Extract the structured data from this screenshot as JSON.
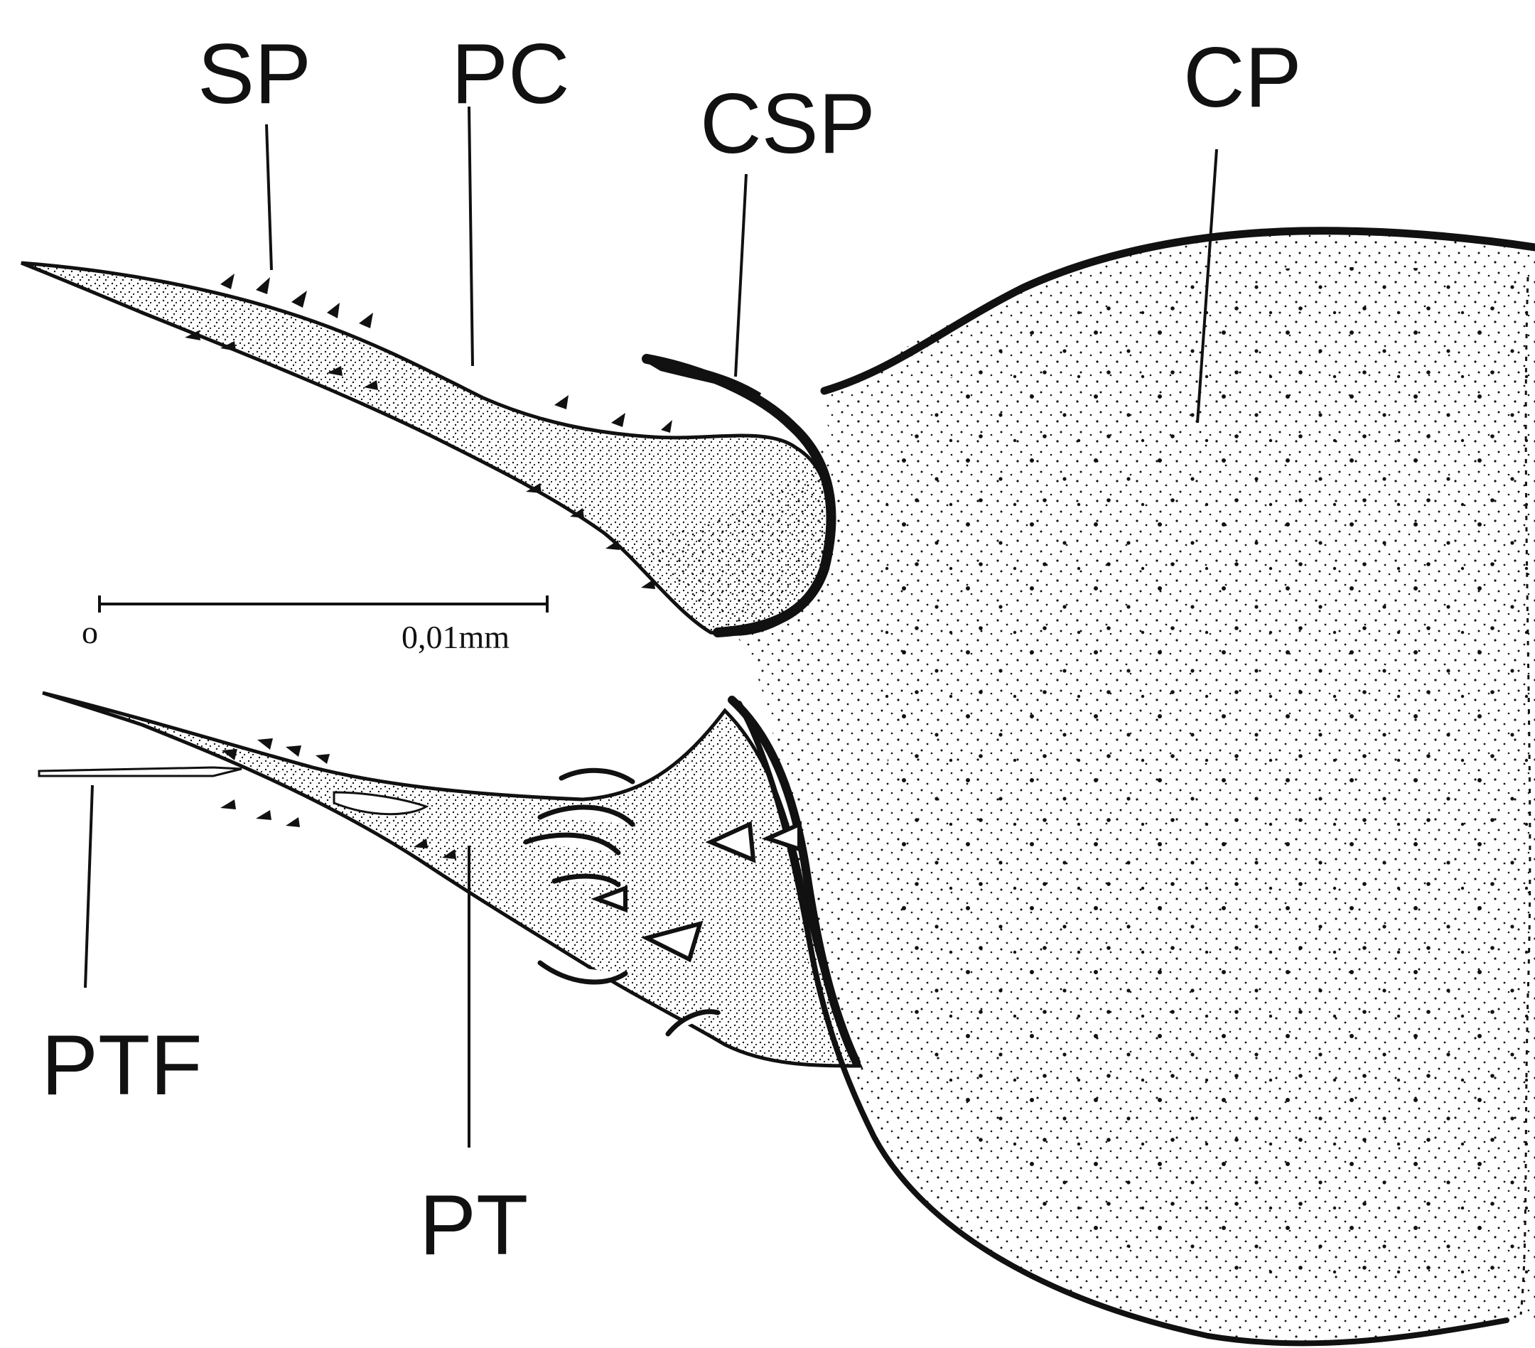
{
  "labels": {
    "sp": "SP",
    "pc": "PC",
    "csp": "CSP",
    "cp": "CP",
    "ptf": "PTF",
    "pt": "PT"
  },
  "scale_bar": {
    "start": "o",
    "end": "0,01mm"
  },
  "colors": {
    "ink": "#111111",
    "paper": "#ffffff"
  }
}
